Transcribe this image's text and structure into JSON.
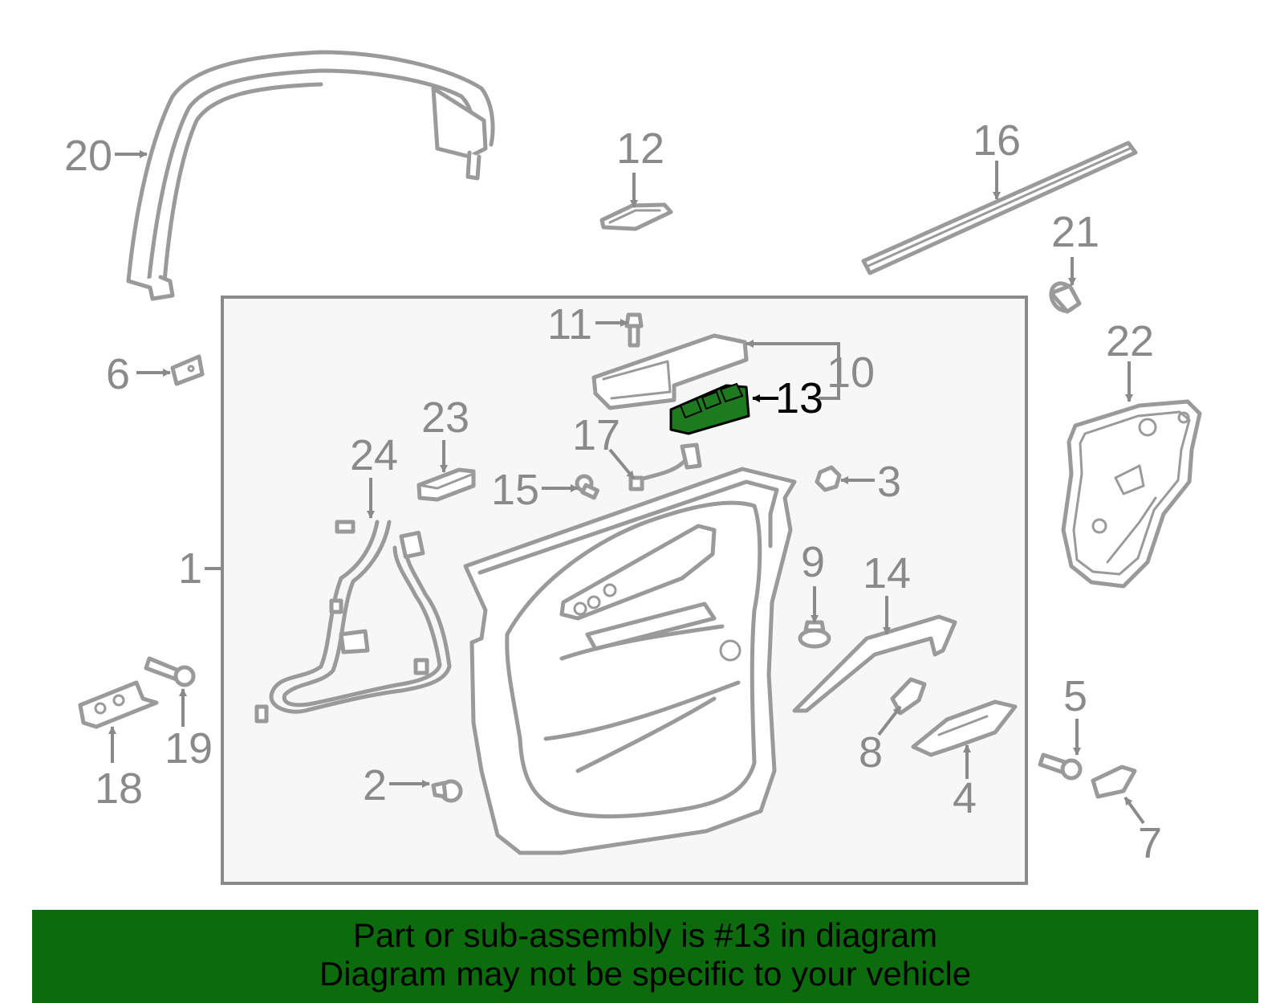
{
  "diagram": {
    "highlight_color": "#1e7a1e",
    "highlighted_part": "13",
    "callouts": {
      "c1": "1",
      "c2": "2",
      "c3": "3",
      "c4": "4",
      "c5": "5",
      "c6": "6",
      "c7": "7",
      "c8": "8",
      "c9": "9",
      "c10": "10",
      "c11": "11",
      "c12": "12",
      "c13": "13",
      "c14": "14",
      "c15": "15",
      "c16": "16",
      "c17": "17",
      "c18": "18",
      "c19": "19",
      "c20": "20",
      "c21": "21",
      "c22": "22",
      "c23": "23",
      "c24": "24"
    }
  },
  "banner": {
    "background": "#0c6b0c",
    "line1": "Part or sub-assembly is #13 in diagram",
    "line2": "Diagram may not be specific to your vehicle"
  }
}
